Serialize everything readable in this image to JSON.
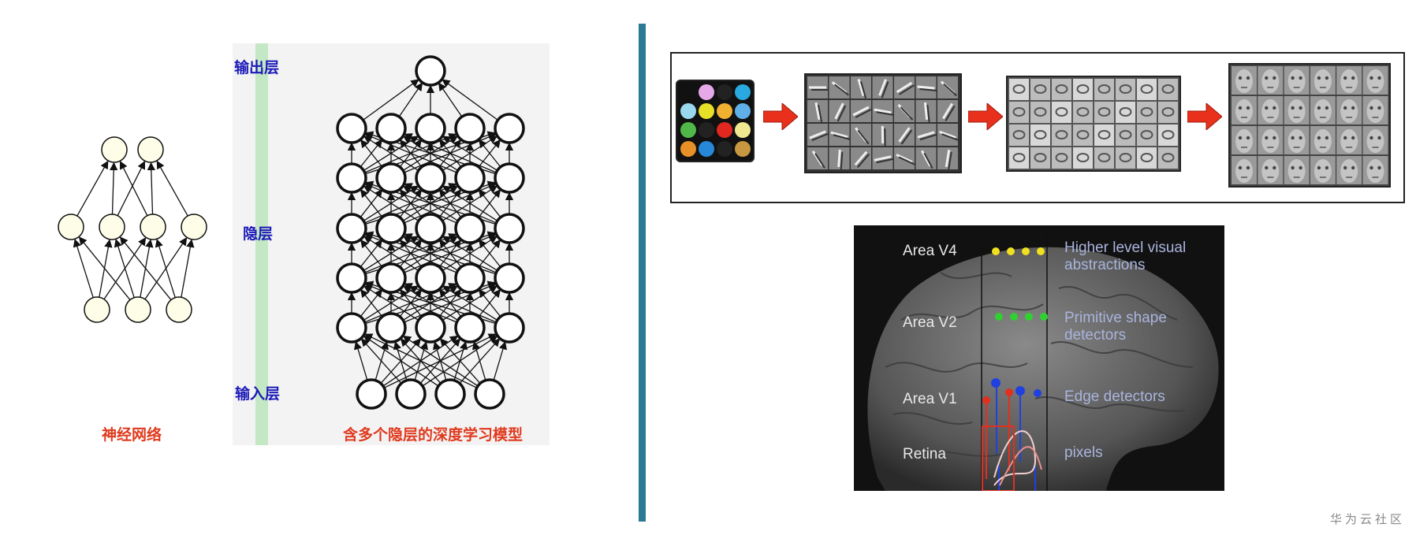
{
  "left_panel": {
    "output_layer_label": "输出层",
    "hidden_layer_label": "隐层",
    "input_layer_label": "输入层",
    "shallow_caption": "神经网络",
    "deep_caption": "含多个隐层的深度学习模型"
  },
  "shallow_network": {
    "layers": [
      3,
      4,
      2
    ]
  },
  "deep_network": {
    "layers": [
      4,
      5,
      5,
      5,
      5,
      5,
      1
    ]
  },
  "feature_hierarchy": {
    "stages": [
      "pixels-icon",
      "edge-features-icon",
      "part-features-icon",
      "face-features-icon"
    ],
    "pixel_colors": [
      "#111111",
      "#e6a8e8",
      "#222222",
      "#2aa8e0",
      "#9ad8f0",
      "#e8e028",
      "#f0b030",
      "#60b0e8",
      "#50b848",
      "#222222",
      "#e02820",
      "#f0e890",
      "#e89028",
      "#2888d8",
      "#222222",
      "#c89840"
    ]
  },
  "brain_panel": {
    "areas": [
      {
        "name": "Area V4",
        "description_line1": "Higher level visual",
        "description_line2": "abstractions",
        "dot_color": "#f0e020"
      },
      {
        "name": "Area V2",
        "description_line1": "Primitive shape",
        "description_line2": "detectors",
        "dot_color": "#30d030"
      },
      {
        "name": "Area V1",
        "description_line1": "Edge detectors",
        "description_line2": "",
        "dot_color": "#2040e0"
      },
      {
        "name": "Retina",
        "description_line1": "pixels",
        "description_line2": "",
        "dot_color": "#e03020"
      }
    ]
  },
  "watermark": "华为云社区"
}
